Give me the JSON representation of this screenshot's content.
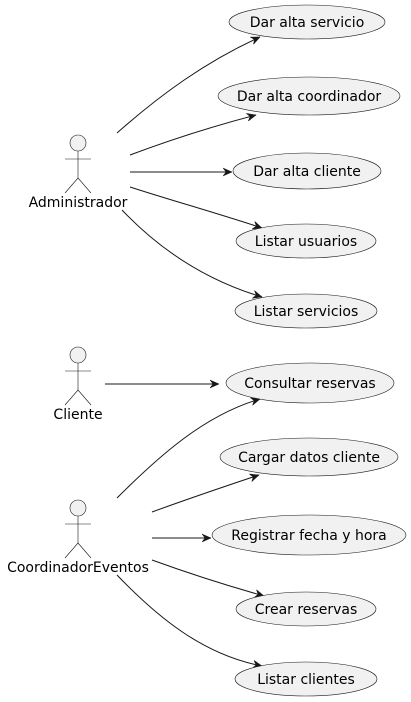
{
  "actors": [
    {
      "id": "admin",
      "name": "Administrador"
    },
    {
      "id": "cliente",
      "name": "Cliente"
    },
    {
      "id": "coord",
      "name": "CoordinadorEventos"
    }
  ],
  "use_cases": [
    {
      "id": "uc1",
      "label": "Dar alta servicio"
    },
    {
      "id": "uc2",
      "label": "Dar alta coordinador"
    },
    {
      "id": "uc3",
      "label": "Dar alta cliente"
    },
    {
      "id": "uc4",
      "label": "Listar usuarios"
    },
    {
      "id": "uc5",
      "label": "Listar servicios"
    },
    {
      "id": "uc6",
      "label": "Consultar reservas"
    },
    {
      "id": "uc7",
      "label": "Cargar datos cliente"
    },
    {
      "id": "uc8",
      "label": "Registrar fecha y hora"
    },
    {
      "id": "uc9",
      "label": "Crear reservas"
    },
    {
      "id": "uc10",
      "label": "Listar clientes"
    }
  ],
  "associations": [
    {
      "from": "admin",
      "to": "uc1"
    },
    {
      "from": "admin",
      "to": "uc2"
    },
    {
      "from": "admin",
      "to": "uc3"
    },
    {
      "from": "admin",
      "to": "uc4"
    },
    {
      "from": "admin",
      "to": "uc5"
    },
    {
      "from": "cliente",
      "to": "uc6"
    },
    {
      "from": "coord",
      "to": "uc6"
    },
    {
      "from": "coord",
      "to": "uc7"
    },
    {
      "from": "coord",
      "to": "uc8"
    },
    {
      "from": "coord",
      "to": "uc9"
    },
    {
      "from": "coord",
      "to": "uc10"
    }
  ],
  "colors": {
    "shape_fill": "#f1f1f1",
    "stroke": "#181818",
    "text": "#000000",
    "background": "#ffffff"
  }
}
